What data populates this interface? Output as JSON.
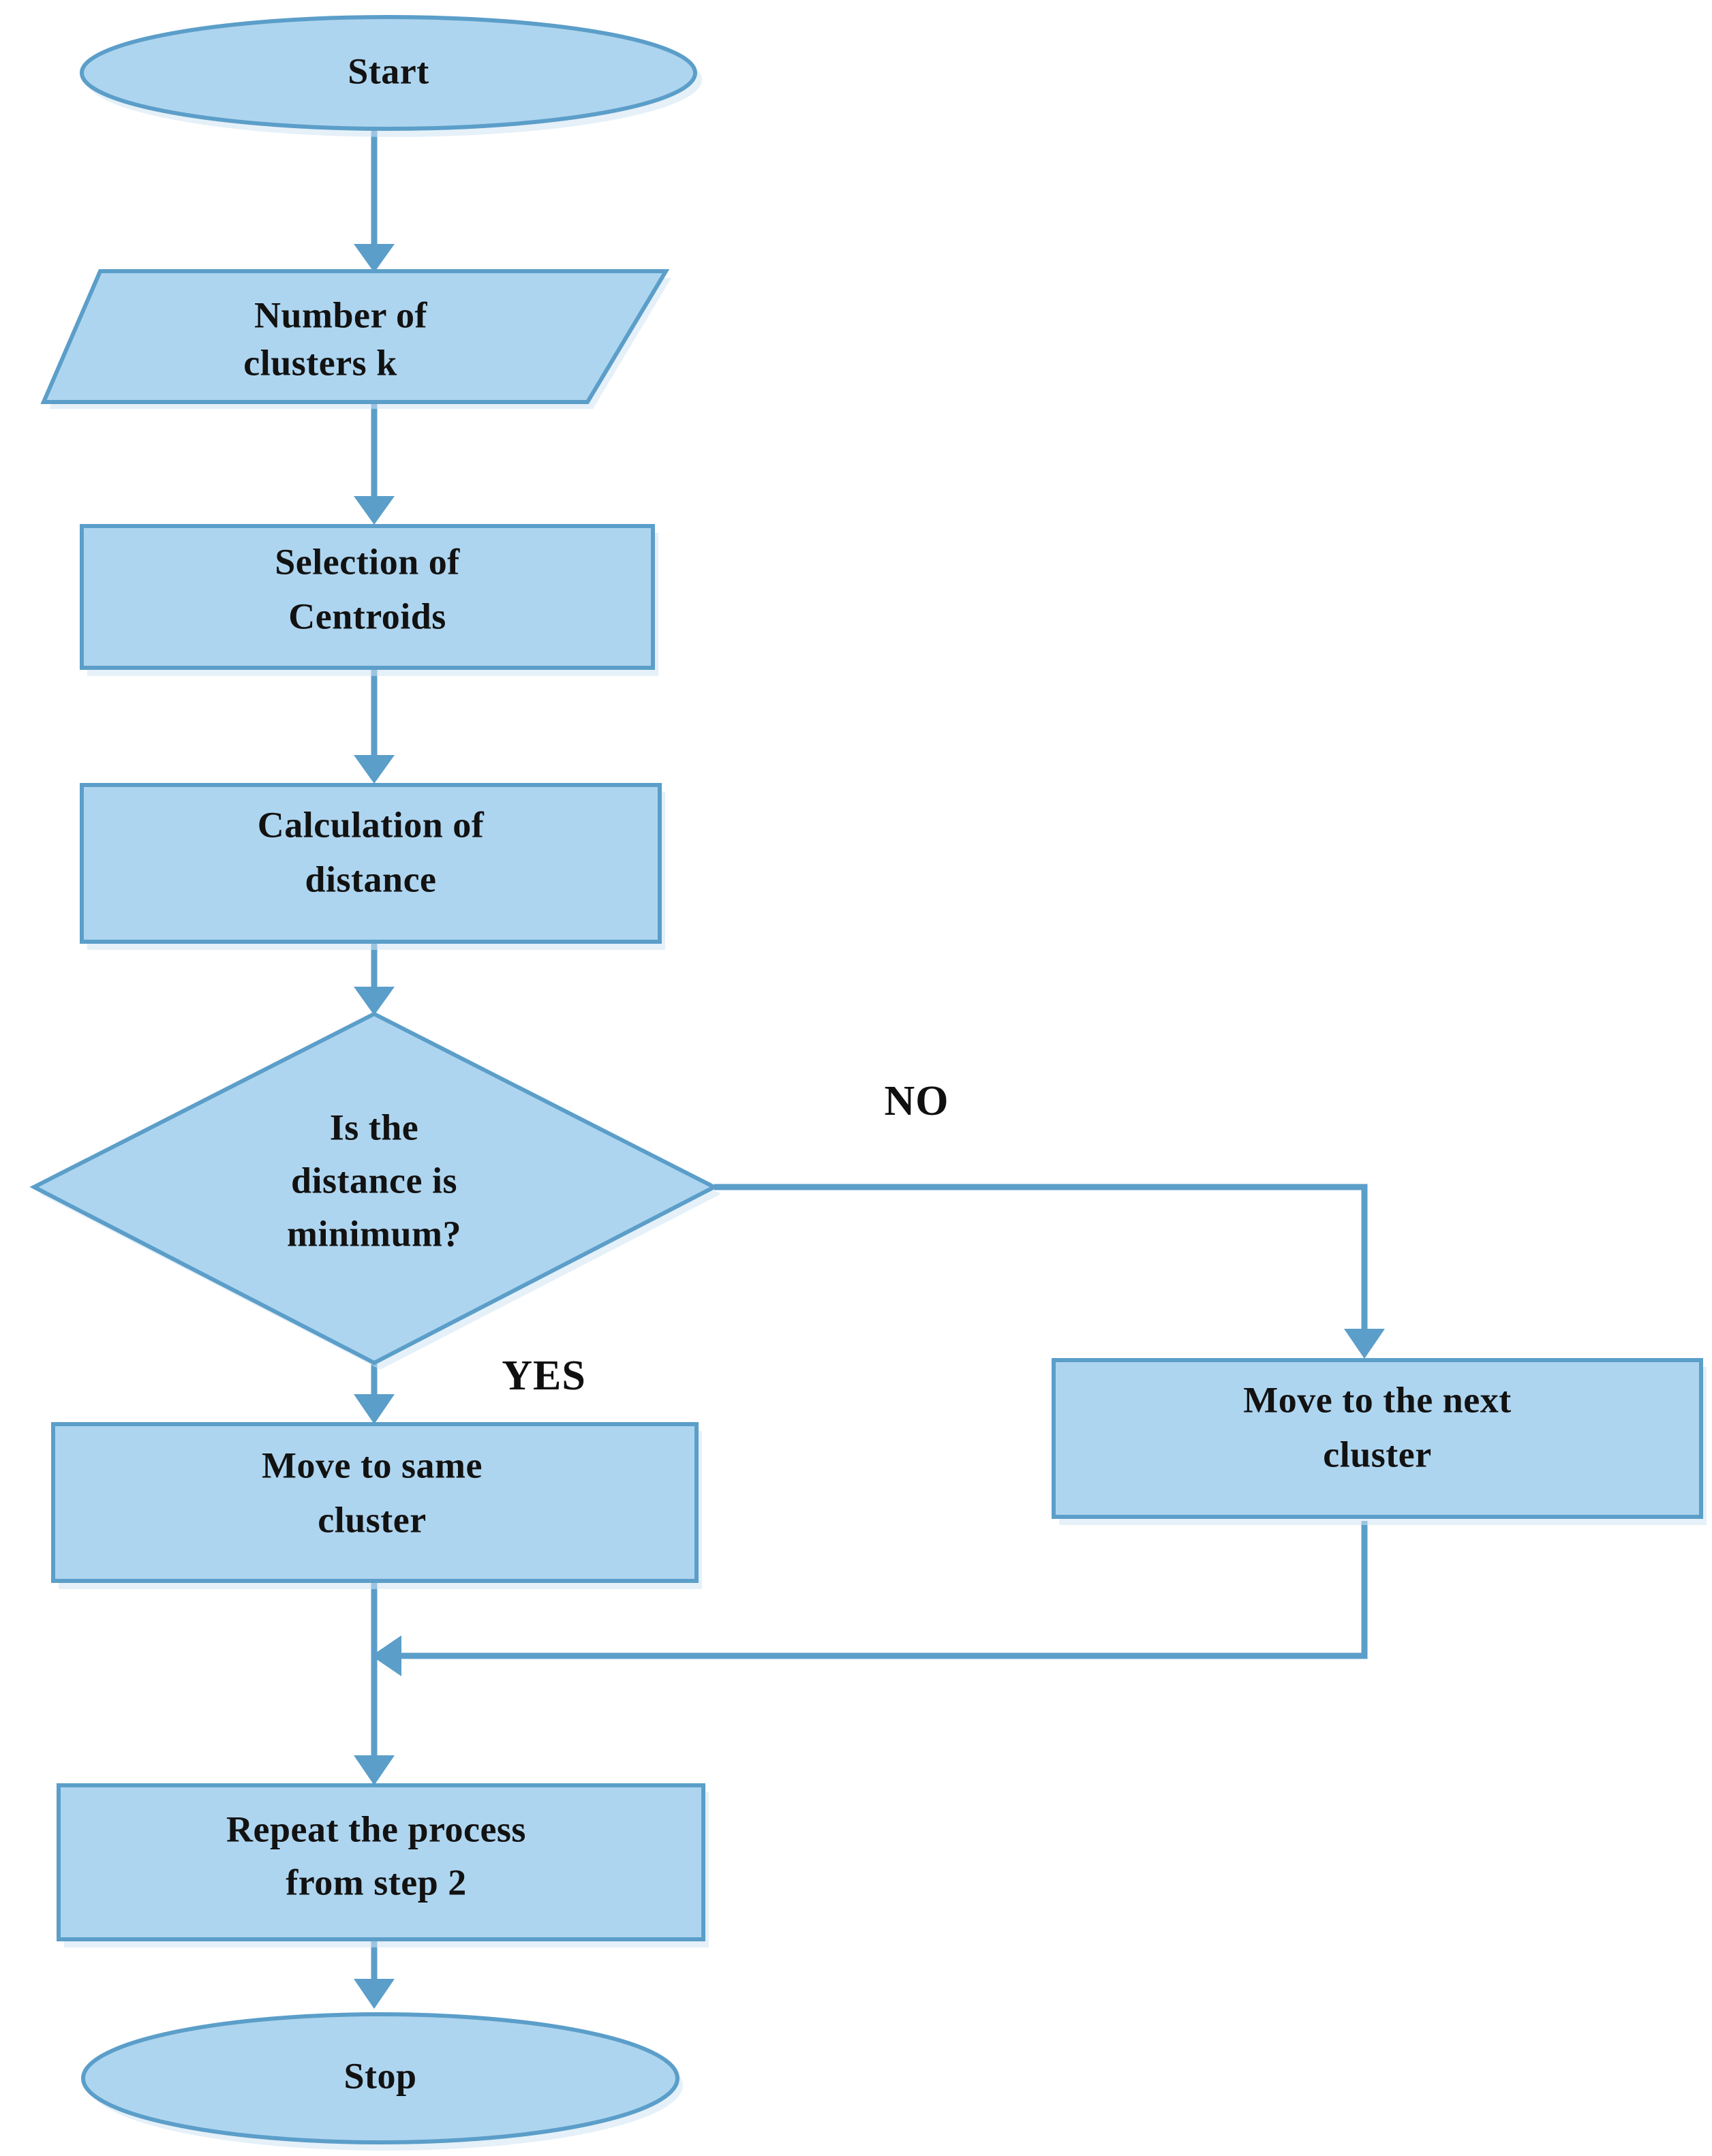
{
  "diagram": {
    "title": "K-means clustering algorithm flowchart",
    "type": "flowchart",
    "colors": {
      "shape_fill": "#aed5ef",
      "shape_stroke": "#5b9ec9",
      "connector": "#5b9ec9",
      "text": "#121212",
      "background": "#ffffff"
    },
    "nodes": [
      {
        "id": "start",
        "shape": "ellipse",
        "lines": [
          "Start"
        ]
      },
      {
        "id": "input_k",
        "shape": "parallelogram",
        "lines": [
          "Number of",
          "clusters k"
        ]
      },
      {
        "id": "centroids",
        "shape": "rectangle",
        "lines": [
          "Selection of",
          "Centroids"
        ]
      },
      {
        "id": "distance",
        "shape": "rectangle",
        "lines": [
          "Calculation of",
          "distance"
        ]
      },
      {
        "id": "decision",
        "shape": "diamond",
        "lines": [
          "Is the",
          "distance is",
          "minimum?"
        ]
      },
      {
        "id": "same_cluster",
        "shape": "rectangle",
        "lines": [
          "Move to same",
          "cluster"
        ]
      },
      {
        "id": "next_cluster",
        "shape": "rectangle",
        "lines": [
          "Move to the next",
          "cluster"
        ]
      },
      {
        "id": "repeat",
        "shape": "rectangle",
        "lines": [
          "Repeat the process",
          "from step 2"
        ]
      },
      {
        "id": "stop",
        "shape": "ellipse",
        "lines": [
          "Stop"
        ]
      }
    ],
    "branch_labels": {
      "yes": "YES",
      "no": "NO"
    },
    "edges": [
      {
        "from": "start",
        "to": "input_k",
        "label": ""
      },
      {
        "from": "input_k",
        "to": "centroids",
        "label": ""
      },
      {
        "from": "centroids",
        "to": "distance",
        "label": ""
      },
      {
        "from": "distance",
        "to": "decision",
        "label": ""
      },
      {
        "from": "decision",
        "to": "same_cluster",
        "label": "YES"
      },
      {
        "from": "decision",
        "to": "next_cluster",
        "label": "NO"
      },
      {
        "from": "same_cluster",
        "to": "repeat",
        "label": ""
      },
      {
        "from": "next_cluster",
        "to": "repeat",
        "label": ""
      },
      {
        "from": "repeat",
        "to": "stop",
        "label": ""
      }
    ]
  },
  "text": {
    "start": "Start",
    "input_k_line1": "Number of",
    "input_k_line2": "clusters k",
    "centroids_line1": "Selection of",
    "centroids_line2": "Centroids",
    "distance_line1": "Calculation of",
    "distance_line2": "distance",
    "decision_line1": "Is the",
    "decision_line2": "distance is",
    "decision_line3": "minimum?",
    "same_cluster_line1": "Move to same",
    "same_cluster_line2": "cluster",
    "next_cluster_line1": "Move to the next",
    "next_cluster_line2": "cluster",
    "repeat_line1": "Repeat the process",
    "repeat_line2": "from step 2",
    "stop": "Stop",
    "label_yes": "YES",
    "label_no": "NO"
  }
}
